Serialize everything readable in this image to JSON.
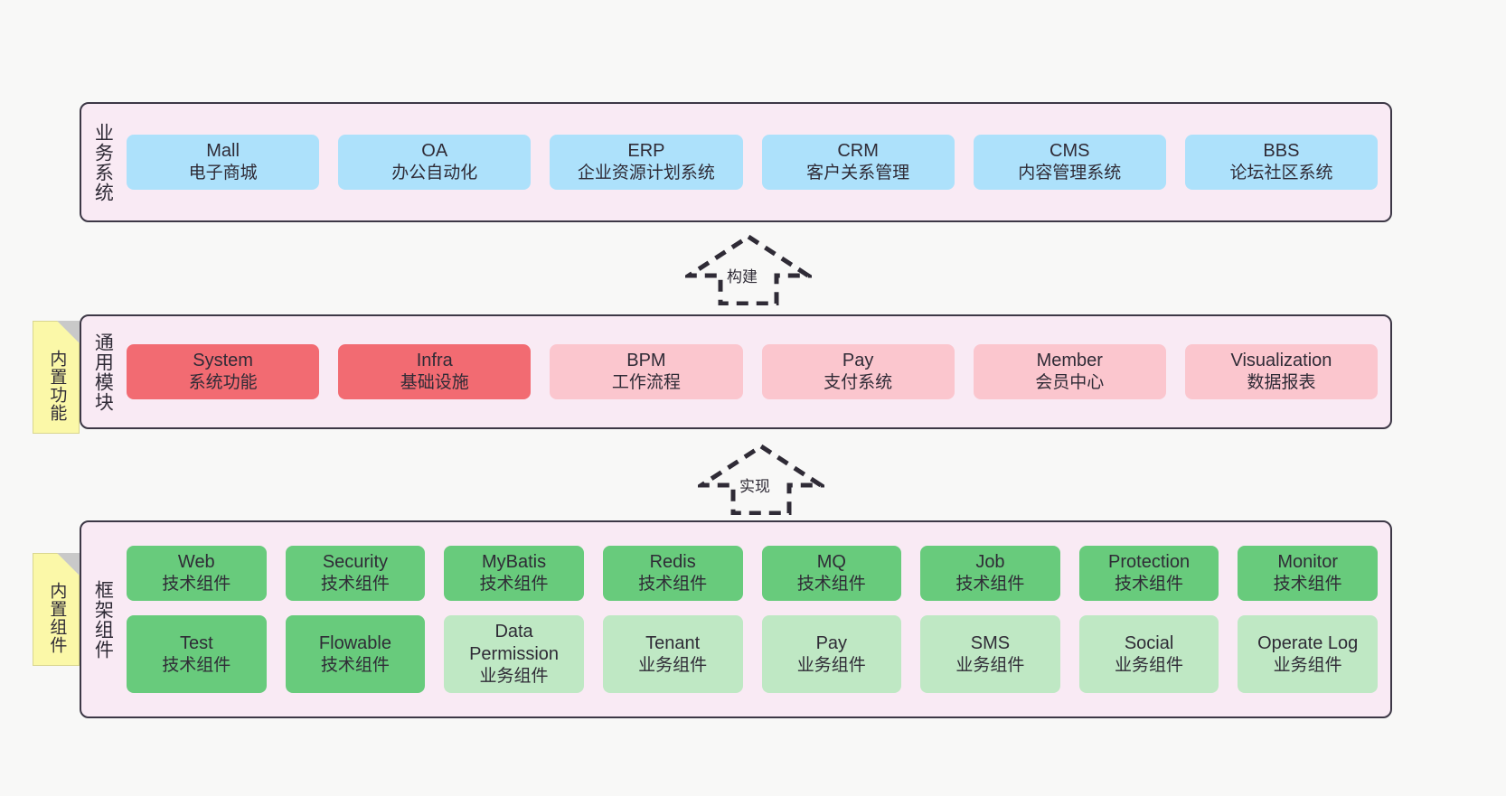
{
  "diagram": {
    "background_color": "#f8f8f7",
    "layer_fill": "#f9eaf4",
    "layer_border": "#3d3846"
  },
  "layers": [
    {
      "id": "business-system",
      "title": "业务系统",
      "cards": [
        {
          "en": "Mall",
          "cn": "电子商城",
          "color": "#ade1fb",
          "kind": "blue"
        },
        {
          "en": "OA",
          "cn": "办公自动化",
          "color": "#ade1fb",
          "kind": "blue"
        },
        {
          "en": "ERP",
          "cn": "企业资源计划系统",
          "color": "#ade1fb",
          "kind": "blue"
        },
        {
          "en": "CRM",
          "cn": "客户关系管理",
          "color": "#ade1fb",
          "kind": "blue"
        },
        {
          "en": "CMS",
          "cn": "内容管理系统",
          "color": "#ade1fb",
          "kind": "blue"
        },
        {
          "en": "BBS",
          "cn": "论坛社区系统",
          "color": "#ade1fb",
          "kind": "blue"
        }
      ]
    },
    {
      "id": "common-module",
      "title": "通用模块",
      "note": "内置功能",
      "cards": [
        {
          "en": "System",
          "cn": "系统功能",
          "color": "#f26b72",
          "kind": "red"
        },
        {
          "en": "Infra",
          "cn": "基础设施",
          "color": "#f26b72",
          "kind": "red"
        },
        {
          "en": "BPM",
          "cn": "工作流程",
          "color": "#fbc6ce",
          "kind": "pink"
        },
        {
          "en": "Pay",
          "cn": "支付系统",
          "color": "#fbc6ce",
          "kind": "pink"
        },
        {
          "en": "Member",
          "cn": "会员中心",
          "color": "#fbc6ce",
          "kind": "pink"
        },
        {
          "en": "Visualization",
          "cn": "数据报表",
          "color": "#fbc6ce",
          "kind": "pink"
        }
      ]
    },
    {
      "id": "framework-component",
      "title": "框架组件",
      "note": "内置组件",
      "rows": [
        [
          {
            "en": "Web",
            "cn": "技术组件",
            "color": "#68cb7c",
            "kind": "green"
          },
          {
            "en": "Security",
            "cn": "技术组件",
            "color": "#68cb7c",
            "kind": "green"
          },
          {
            "en": "MyBatis",
            "cn": "技术组件",
            "color": "#68cb7c",
            "kind": "green"
          },
          {
            "en": "Redis",
            "cn": "技术组件",
            "color": "#68cb7c",
            "kind": "green"
          },
          {
            "en": "MQ",
            "cn": "技术组件",
            "color": "#68cb7c",
            "kind": "green"
          },
          {
            "en": "Job",
            "cn": "技术组件",
            "color": "#68cb7c",
            "kind": "green"
          },
          {
            "en": "Protection",
            "cn": "技术组件",
            "color": "#68cb7c",
            "kind": "green"
          },
          {
            "en": "Monitor",
            "cn": "技术组件",
            "color": "#68cb7c",
            "kind": "green"
          }
        ],
        [
          {
            "en": "Test",
            "cn": "技术组件",
            "color": "#68cb7c",
            "kind": "green"
          },
          {
            "en": "Flowable",
            "cn": "技术组件",
            "color": "#68cb7c",
            "kind": "green"
          },
          {
            "en": "Data Permission",
            "cn": "业务组件",
            "color": "#bfe8c4",
            "kind": "lgreen"
          },
          {
            "en": "Tenant",
            "cn": "业务组件",
            "color": "#bfe8c4",
            "kind": "lgreen"
          },
          {
            "en": "Pay",
            "cn": "业务组件",
            "color": "#bfe8c4",
            "kind": "lgreen"
          },
          {
            "en": "SMS",
            "cn": "业务组件",
            "color": "#bfe8c4",
            "kind": "lgreen"
          },
          {
            "en": "Social",
            "cn": "业务组件",
            "color": "#bfe8c4",
            "kind": "lgreen"
          },
          {
            "en": "Operate Log",
            "cn": "业务组件",
            "color": "#bfe8c4",
            "kind": "lgreen"
          }
        ]
      ]
    }
  ],
  "connectors": [
    {
      "id": "build",
      "label": "构建",
      "direction": "up"
    },
    {
      "id": "implement",
      "label": "实现",
      "direction": "up"
    }
  ]
}
